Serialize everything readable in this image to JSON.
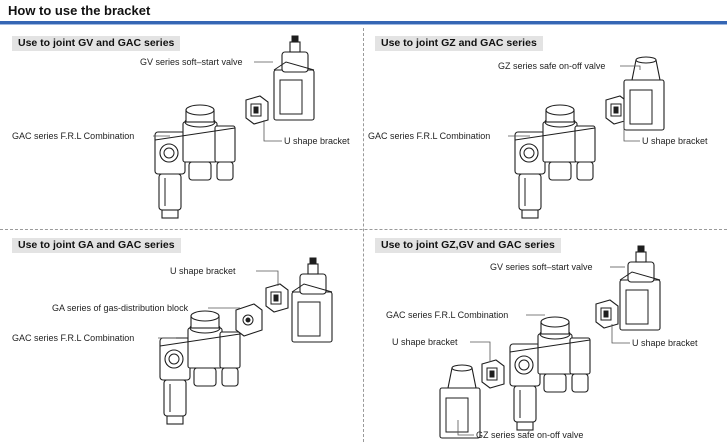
{
  "page_title": "How to use the bracket",
  "sections": [
    {
      "title": "Use to joint GV and GAC series",
      "callouts": {
        "valve": "GV series soft–start valve",
        "frl": "GAC series F.R.L Combination",
        "bracket": "U shape bracket"
      }
    },
    {
      "title": "Use to joint  GZ and GAC series",
      "callouts": {
        "valve": "GZ series safe on-off valve",
        "frl": "GAC series F.R.L Combination",
        "bracket": "U shape bracket"
      }
    },
    {
      "title": "Use to joint GA and GAC series",
      "callouts": {
        "bracket": "U shape bracket",
        "block": "GA series of gas-distribution block",
        "frl": "GAC series F.R.L Combination"
      }
    },
    {
      "title": "Use to joint  GZ,GV and GAC series",
      "callouts": {
        "valve": "GV series soft–start valve",
        "frl": "GAC series F.R.L Combination",
        "bracket_left": "U shape bracket",
        "bracket_right": "U shape bracket",
        "valve2": "GZ series safe on-off valve"
      }
    }
  ]
}
